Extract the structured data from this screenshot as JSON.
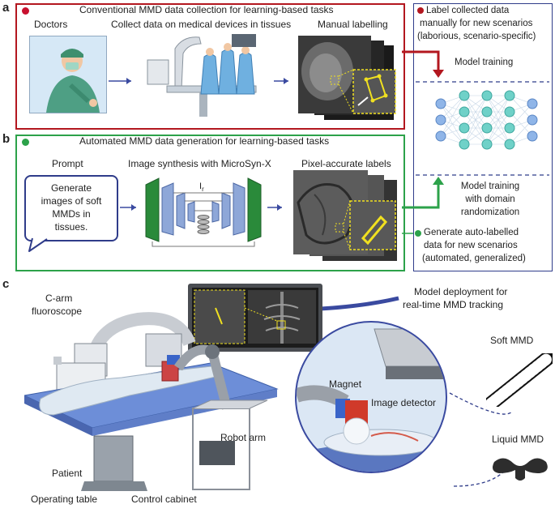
{
  "panel_a": {
    "letter": "a",
    "title": "Conventional MMD data collection for learning-based tasks",
    "doctors": "Doctors",
    "collect": "Collect data on medical devices in tissues",
    "manual": "Manual labelling"
  },
  "panel_b": {
    "letter": "b",
    "title": "Automated MMD data generation for learning-based tasks",
    "prompt_label": "Prompt",
    "prompt_text": [
      "Generate",
      "images of soft",
      "MMDs in",
      "tissues."
    ],
    "synthesis": "Image synthesis with MicroSyn-X",
    "synthesis_sub": "I",
    "synthesis_sub_index": "r",
    "pixel": "Pixel-accurate labels"
  },
  "right": {
    "label_data": [
      "Label collected data",
      "manually for new scenarios",
      "(laborious, scenario-specific)"
    ],
    "training": "Model training",
    "training_dr": [
      "Model training",
      "with domain",
      "randomization"
    ],
    "generate": [
      "Generate auto-labelled",
      "data for new scenarios",
      "(automated, generalized)"
    ]
  },
  "panel_c": {
    "letter": "c",
    "c_arm": [
      "C-arm",
      "fluoroscope"
    ],
    "deployment": [
      "Model deployment for",
      "real-time MMD tracking"
    ],
    "soft_mmd": "Soft MMD",
    "magnet": "Magnet",
    "image_detector": "Image detector",
    "robot_arm": "Robot arm",
    "patient": "Patient",
    "operating_table": "Operating table",
    "control_cabinet": "Control cabinet",
    "liquid_mmd": "Liquid MMD"
  },
  "colors": {
    "red": "#b3171f",
    "green": "#2ca24a",
    "navy": "#2f3c8a",
    "arrow_blue": "#3a4aa0",
    "teal_node": "#6fd1c8",
    "blue_node": "#8fb5e8"
  }
}
